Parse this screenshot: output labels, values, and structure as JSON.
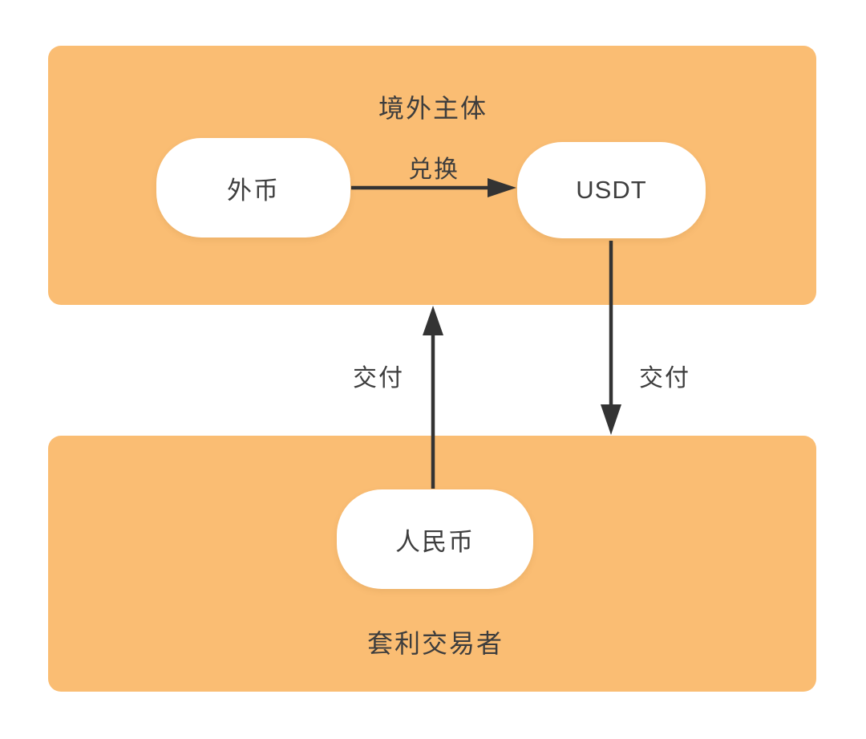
{
  "diagram": {
    "colors": {
      "group_fill": "#FABD73",
      "node_fill": "#FFFFFF",
      "text": "#3D3D3D",
      "arrow": "#333333"
    },
    "groups": [
      {
        "id": "overseas-entity",
        "label": "境外主体"
      },
      {
        "id": "arbitrage-trader",
        "label": "套利交易者"
      }
    ],
    "nodes": [
      {
        "id": "foreign-currency",
        "label": "外币"
      },
      {
        "id": "usdt",
        "label": "USDT"
      },
      {
        "id": "rmb",
        "label": "人民币"
      }
    ],
    "edges": [
      {
        "from": "foreign-currency",
        "to": "usdt",
        "label": "兑换",
        "direction": "right"
      },
      {
        "from": "usdt",
        "to": "arbitrage-trader",
        "label": "交付",
        "direction": "down"
      },
      {
        "from": "rmb",
        "to": "overseas-entity",
        "label": "交付",
        "direction": "up"
      }
    ]
  }
}
